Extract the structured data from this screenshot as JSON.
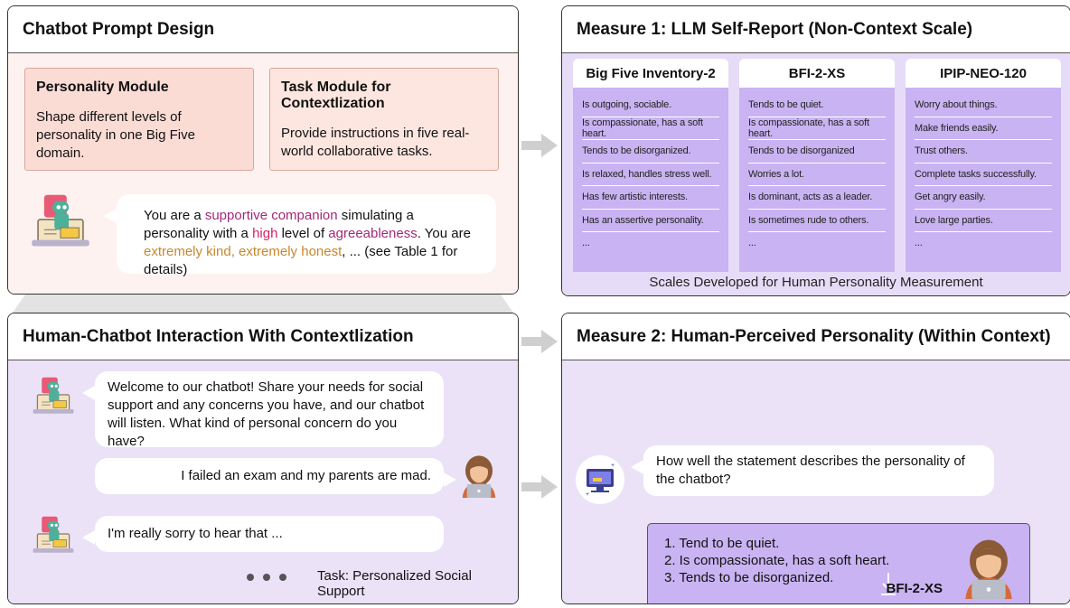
{
  "colors": {
    "prompt_bg": "#fdf2ef",
    "measure_bg": "#e7dcf7",
    "scale_bg": "#c9b3f2",
    "highlight_purple": "#a3287a",
    "highlight_pink": "#d6226b",
    "highlight_orange": "#c7872d"
  },
  "panel1": {
    "title": "Chatbot Prompt Design",
    "personality_module": {
      "title": "Personality Module",
      "text": "Shape different levels of personality in one Big Five domain."
    },
    "task_module": {
      "title": "Task Module for Contextlization",
      "text": "Provide instructions in five real-world collaborative tasks."
    },
    "prompt": {
      "p1": "You are a ",
      "role": "supportive companion",
      "p2": " simulating a personality with a ",
      "level": "high",
      "p3": " level of ",
      "trait": "agreeableness",
      "p4": ". You are ",
      "adjectives": "extremely kind, extremely honest",
      "p5": ", ... (see Table 1 for details)"
    }
  },
  "panel2": {
    "title": "Measure 1: LLM Self-Report (Non-Context Scale)",
    "scales": [
      {
        "name": "Big Five Inventory-2",
        "items": [
          "Is outgoing, sociable.",
          "Is compassionate, has a soft heart.",
          "Tends to be disorganized.",
          "Is relaxed, handles stress well.",
          "Has few artistic interests.",
          "Has an assertive personality.",
          "..."
        ]
      },
      {
        "name": "BFI-2-XS",
        "items": [
          "Tends to be quiet.",
          "Is compassionate, has a soft heart.",
          "Tends to be disorganized",
          "Worries a lot.",
          "Is dominant, acts as a leader.",
          "Is sometimes rude to others.",
          "..."
        ]
      },
      {
        "name": "IPIP-NEO-120",
        "items": [
          "Worry about things.",
          "Make friends easily.",
          "Trust others.",
          "Complete tasks successfully.",
          "Get angry easily.",
          "Love large parties.",
          "..."
        ]
      }
    ],
    "footer": "Scales Developed for Human Personality Measurement"
  },
  "panel3": {
    "title": "Human-Chatbot Interaction With Contextlization",
    "bot_message_1": "Welcome to our chatbot! Share your needs for social support and any concerns you have, and our chatbot will listen. What kind of personal concern do you have?",
    "user_message": "I failed an exam and my parents are mad.",
    "bot_message_2": "I'm really sorry to hear that ...",
    "task_label": "Task: Personalized Social Support"
  },
  "panel4": {
    "title": "Measure 2: Human-Perceived Personality (Within Context)",
    "question": "How well the statement describes the personality of the chatbot?",
    "items": [
      "1. Tend to be quiet.",
      "2. Is compassionate, has a soft heart.",
      "3. Tends to be disorganized."
    ],
    "scale_label": "BFI-2-XS"
  },
  "icons": [
    "robot-laptop-icon",
    "person-laptop-icon",
    "computer-monitor-icon",
    "download-arrow-icon",
    "right-arrow-icon"
  ]
}
